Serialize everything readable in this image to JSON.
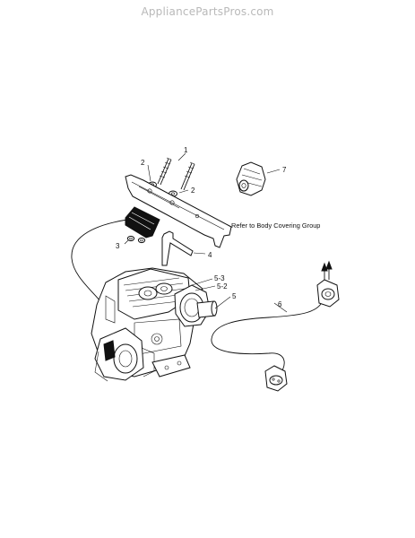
{
  "watermark": "AppliancePartsPros.com",
  "callouts": {
    "c1": "1",
    "c2a": "2",
    "c2b": "2",
    "c3": "3",
    "c4": "4",
    "c5_3": "5-3",
    "c5_2": "5-2",
    "c5": "5",
    "c6": "6",
    "c7": "7"
  },
  "note": "Refer to Body Covering Group",
  "colors": {
    "ink": "#111111",
    "watermark": "#b9b9b9",
    "background": "#ffffff"
  }
}
